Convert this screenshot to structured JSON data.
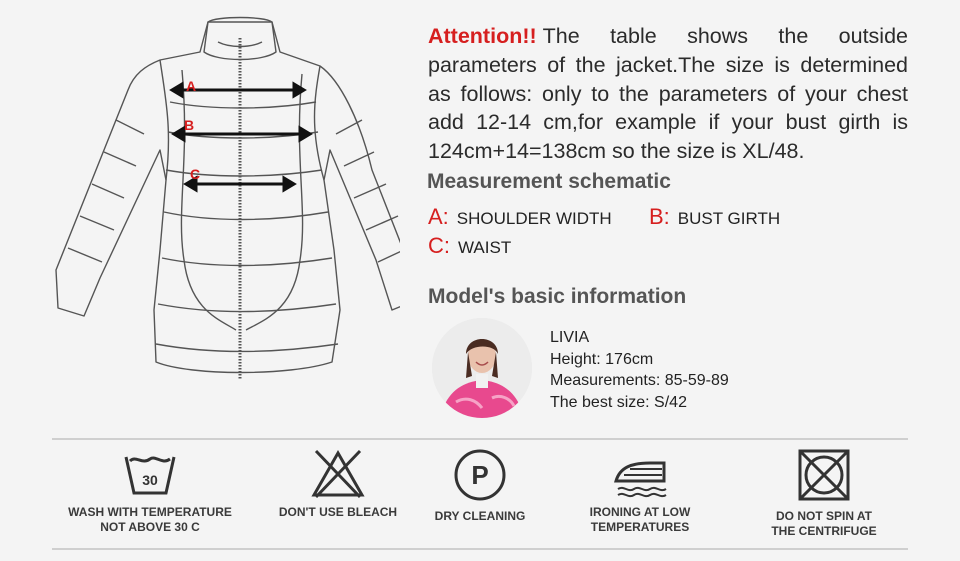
{
  "diagram": {
    "labels": {
      "a": "A",
      "b": "B",
      "c": "C"
    }
  },
  "notice": {
    "attention": "Attention!!",
    "body": "The table shows the outside parameters of the jacket.The size is determined as follows: only to the parameters of your chest add 12-14 cm,for example if your bust girth is 124cm+14=138cm so the size is XL/48."
  },
  "measurement": {
    "title": "Measurement schematic",
    "items": [
      {
        "letter": "A:",
        "label": "SHOULDER WIDTH"
      },
      {
        "letter": "B:",
        "label": "BUST GIRTH"
      },
      {
        "letter": "C:",
        "label": "WAIST"
      }
    ]
  },
  "model": {
    "title": "Model's basic information",
    "name": "LIVIA",
    "height": "Height: 176cm",
    "measurements": "Measurements: 85-59-89",
    "best_size": "The best size: S/42"
  },
  "care": [
    {
      "icon": "wash-30-icon",
      "number": "30",
      "line1": "WASH WITH TEMPERATURE",
      "line2": "NOT ABOVE 30 C"
    },
    {
      "icon": "no-bleach-icon",
      "line1": "DON'T USE BLEACH",
      "line2": ""
    },
    {
      "icon": "dry-clean-icon",
      "letter": "P",
      "line1": "DRY CLEANING",
      "line2": ""
    },
    {
      "icon": "iron-low-icon",
      "line1": "IRONING AT LOW",
      "line2": "TEMPERATURES"
    },
    {
      "icon": "no-spin-icon",
      "line1": "DO NOT SPIN AT",
      "line2": "THE CENTRIFUGE"
    }
  ],
  "colors": {
    "accent": "#d61f1f",
    "heading": "#555555",
    "pink": "#e8498e"
  }
}
